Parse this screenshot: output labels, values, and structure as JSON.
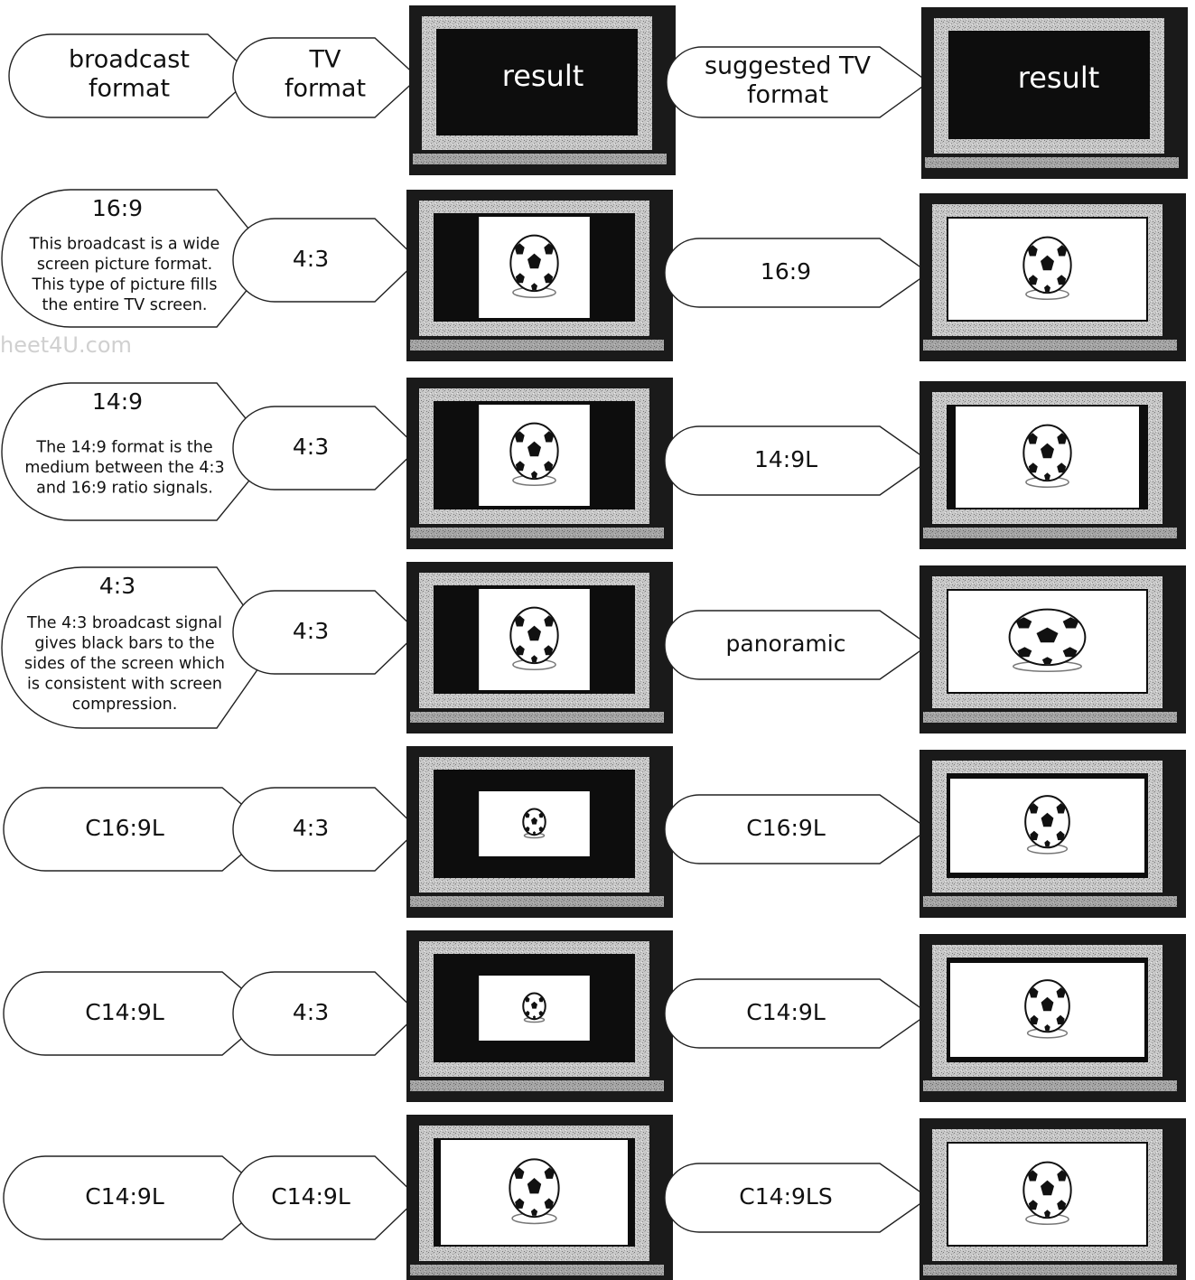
{
  "watermark": "heet4U.com",
  "header": {
    "broadcast": [
      "broadcast",
      "format"
    ],
    "tv": [
      "TV",
      "format"
    ],
    "result_left": "result",
    "suggested": [
      "suggested TV",
      "format"
    ],
    "result_right": "result"
  },
  "rows": [
    {
      "broadcast_title": "16:9",
      "broadcast_desc": [
        "This broadcast is a wide",
        "screen picture format.",
        "This type of picture fills",
        "the entire TV screen."
      ],
      "tv_format": "4:3",
      "suggested": "16:9",
      "result_left": "pillarbox",
      "result_right": "full"
    },
    {
      "broadcast_title": "14:9",
      "broadcast_desc": [
        "The 14:9 format is the",
        "medium between the 4:3",
        "and 16:9 ratio signals."
      ],
      "tv_format": "4:3",
      "suggested": "14:9L",
      "result_left": "pillarbox",
      "result_right": "narrow-bars"
    },
    {
      "broadcast_title": "4:3",
      "broadcast_desc": [
        "The 4:3 broadcast signal",
        "gives black bars to the",
        "sides of the screen which",
        "is consistent with screen",
        "compression."
      ],
      "tv_format": "4:3",
      "suggested": "panoramic",
      "result_left": "pillarbox",
      "result_right": "stretched"
    },
    {
      "broadcast_title": "C16:9L",
      "broadcast_desc": [],
      "tv_format": "4:3",
      "suggested": "C16:9L",
      "result_left": "boxed",
      "result_right": "boxed-wide"
    },
    {
      "broadcast_title": "C14:9L",
      "broadcast_desc": [],
      "tv_format": "4:3",
      "suggested": "C14:9L",
      "result_left": "boxed",
      "result_right": "boxed-wide"
    },
    {
      "broadcast_title": "C14:9L",
      "broadcast_desc": [],
      "tv_format": "C14:9L",
      "suggested": "C14:9LS",
      "result_left": "wide-bars",
      "result_right": "full"
    }
  ]
}
